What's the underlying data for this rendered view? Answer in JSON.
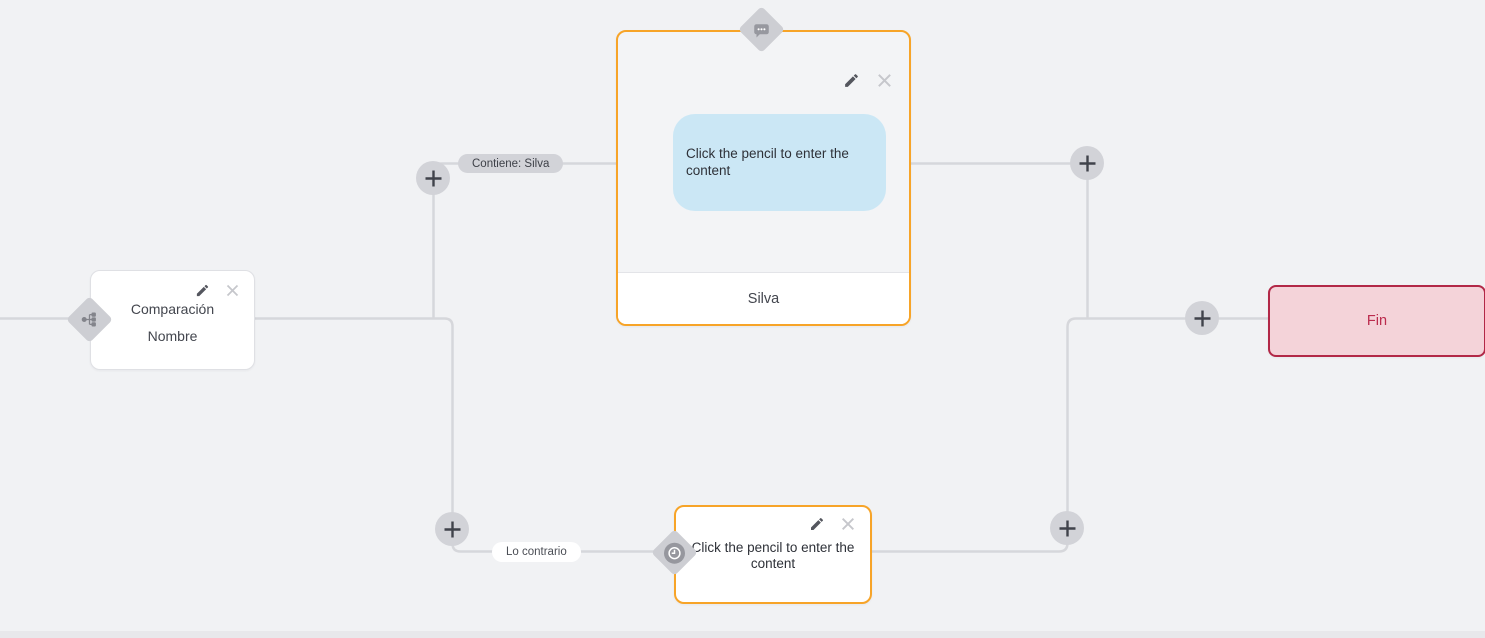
{
  "canvas": {
    "background": "#f1f2f4"
  },
  "palette": {
    "accent_orange": "#f7a428",
    "line_gray": "#d6d7db",
    "badge_gray": "#cdced3",
    "bubble_blue": "#cbe7f5",
    "end_border": "#b22847",
    "end_background": "#f4d3d9",
    "end_text": "#bb2b4d"
  },
  "nodes": {
    "comparison": {
      "title": "Comparación",
      "subtitle": "Nombre",
      "type_icon": "branch-icon"
    },
    "message": {
      "type_icon": "chat-bubble-icon",
      "placeholder": "Click the pencil to enter the content",
      "footer_label": "Silva"
    },
    "wait": {
      "type_icon": "clock-icon",
      "placeholder": "Click the pencil to enter the content"
    },
    "end": {
      "label": "Fin"
    }
  },
  "edge_labels": {
    "contains": "Contiene: Silva",
    "otherwise": "Lo contrario"
  }
}
